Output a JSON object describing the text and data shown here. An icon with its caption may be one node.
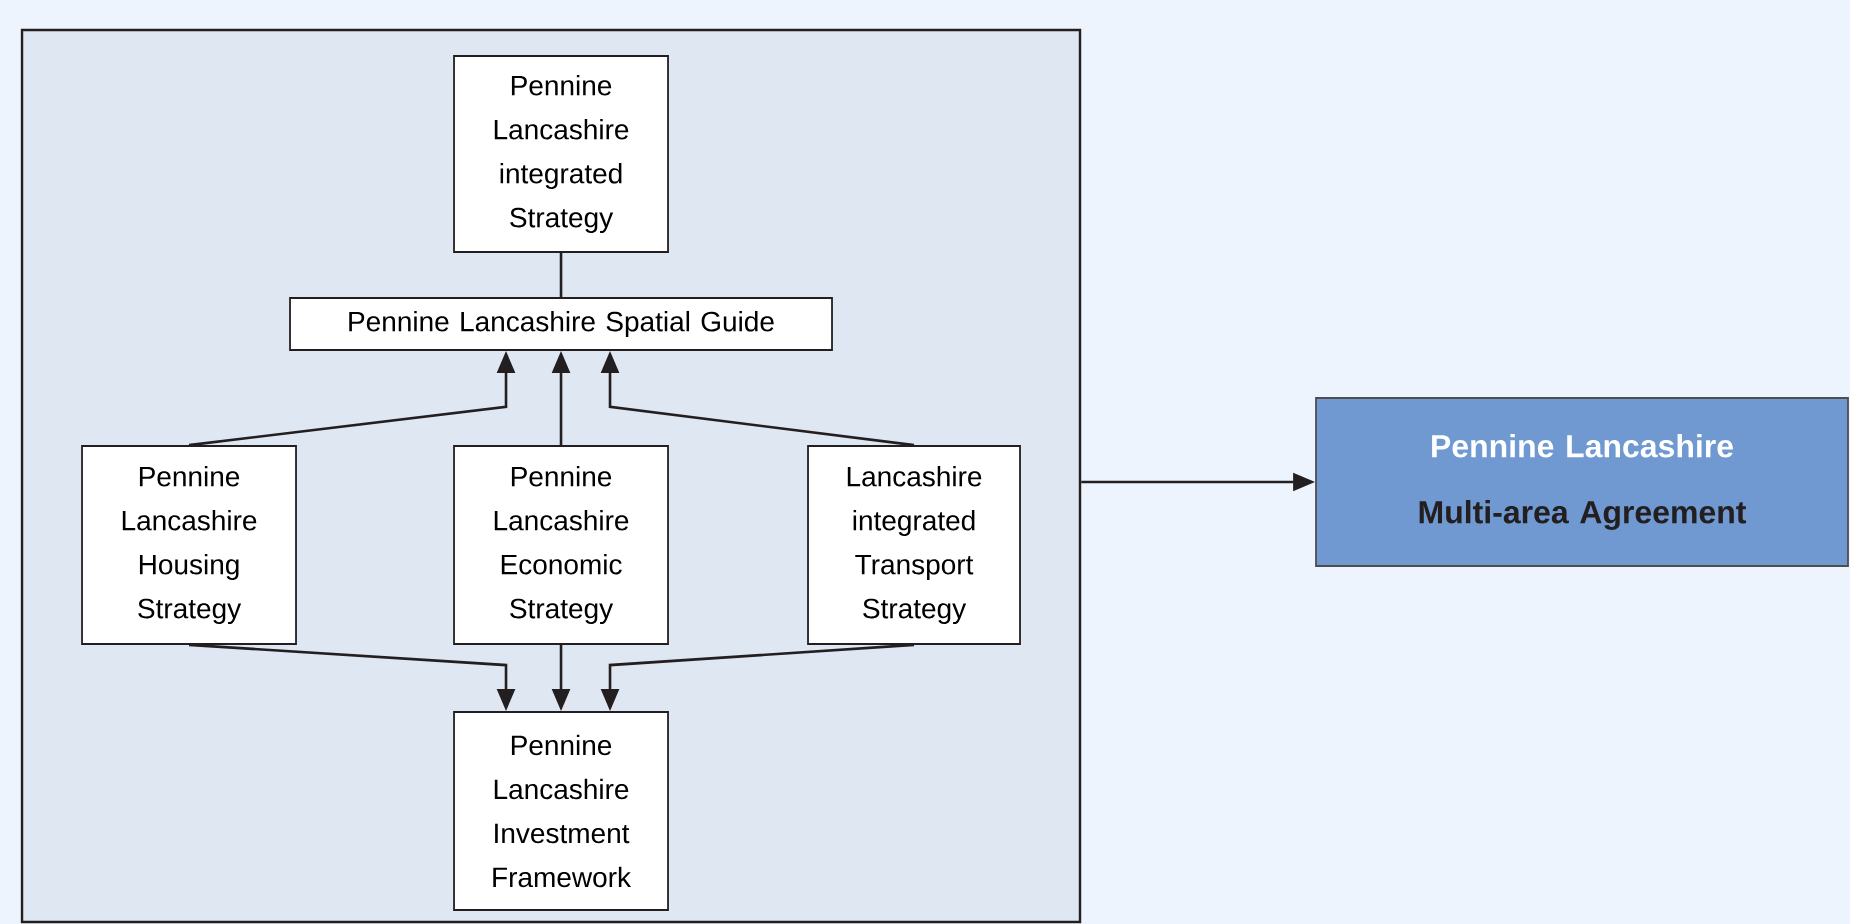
{
  "diagram": {
    "nodes": [
      {
        "text": [],
        "shape": "box"
      },
      {
        "text": [
          "Pennine Lancashire integrated Strategy"
        ],
        "in": 0
      },
      {
        "text": [
          "Pennine Lancashire Spatial Guide"
        ],
        "in": 0
      },
      {
        "text": [
          "Pennine Lancashire Housing Strategy"
        ],
        "in": 0
      },
      {
        "text": [
          "Pennine Lancashire Economic Strategy"
        ],
        "in": 0
      },
      {
        "text": [
          "Lancashire integrated Transport Strategy"
        ],
        "in": 0
      },
      {
        "text": [
          "Pennine Lancashire Investment Framework"
        ],
        "in": 0
      },
      {
        "text": [
          "Pennine Lancashire",
          "Multi-area Agreement"
        ]
      }
    ],
    "edges": [
      {
        "from": 1,
        "to": 2,
        "arrow": "none"
      },
      {
        "from": 3,
        "to": 2,
        "arrow": "to"
      },
      {
        "from": 4,
        "to": 2,
        "arrow": "to"
      },
      {
        "from": 5,
        "to": 2,
        "arrow": "to"
      },
      {
        "from": 3,
        "to": 6,
        "arrow": "to"
      },
      {
        "from": 4,
        "to": 6,
        "arrow": "to"
      },
      {
        "from": 5,
        "to": 6,
        "arrow": "to"
      },
      {
        "from": 0,
        "to": 7,
        "arrow": "to"
      }
    ]
  }
}
